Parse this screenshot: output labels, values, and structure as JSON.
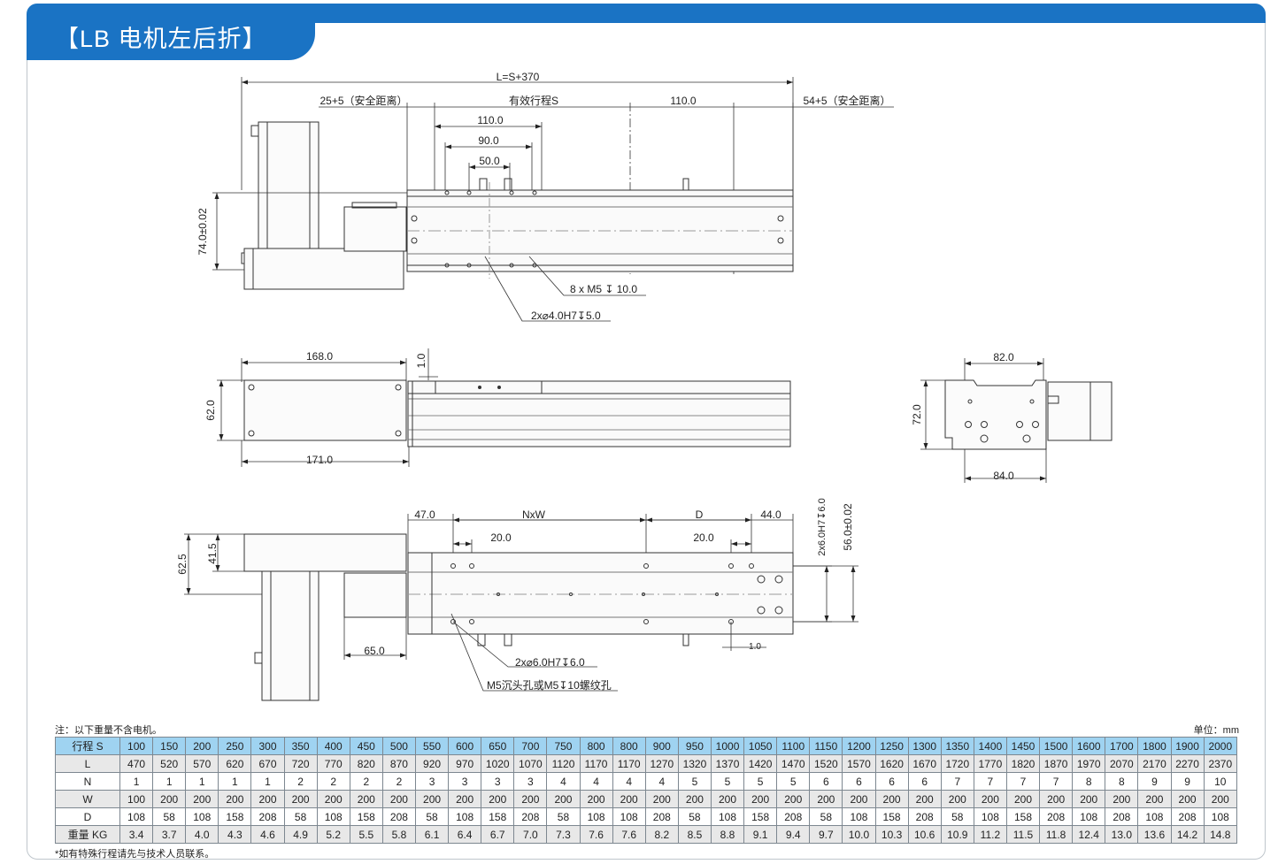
{
  "title": "【LB 电机左后折】",
  "drawing": {
    "top_view": {
      "overall": "L=S+370",
      "left_safety": "25+5（安全距离）",
      "stroke": "有效行程S",
      "right_110": "110.0",
      "right_safety": "54+5（安全距离）",
      "dim_110": "110.0",
      "dim_90": "90.0",
      "dim_50": "50.0",
      "height": "74.0±0.02",
      "callout_m5": "8 x M5 ↧ 10.0",
      "callout_pin": "2x⌀4.0H7↧5.0"
    },
    "front_view": {
      "width_168": "168.0",
      "width_171": "171.0",
      "height_62": "62.0",
      "gap": "1.0"
    },
    "end_view": {
      "width_82": "82.0",
      "width_84": "84.0",
      "height_72": "72.0"
    },
    "bottom_view": {
      "dim_47": "47.0",
      "nxw": "NxW",
      "d": "D",
      "dim_44": "44.0",
      "dim_20a": "20.0",
      "dim_20b": "20.0",
      "pin_depth": "2x6.0H7↧6.0",
      "height_56": "56.0±0.02",
      "height_62_5": "62.5",
      "height_41_5": "41.5",
      "dim_65": "65.0",
      "dim_1": "1.0",
      "callout_pin": "2x⌀6.0H7↧6.0",
      "callout_hole": "M5沉头孔或M5↧10螺纹孔"
    }
  },
  "table_note": "注：以下重量不含电机。",
  "unit_note": "单位：mm",
  "footnote": "*如有特殊行程请先与技术人员联系。",
  "spec_table": {
    "rows": [
      [
        "行程 S",
        "100",
        "150",
        "200",
        "250",
        "300",
        "350",
        "400",
        "450",
        "500",
        "550",
        "600",
        "650",
        "700",
        "750",
        "800",
        "800",
        "900",
        "950",
        "1000",
        "1050",
        "1100",
        "1150",
        "1200",
        "1250",
        "1300",
        "1350",
        "1400",
        "1450",
        "1500",
        "1600",
        "1700",
        "1800",
        "1900",
        "2000"
      ],
      [
        "L",
        "470",
        "520",
        "570",
        "620",
        "670",
        "720",
        "770",
        "820",
        "870",
        "920",
        "970",
        "1020",
        "1070",
        "1120",
        "1170",
        "1170",
        "1270",
        "1320",
        "1370",
        "1420",
        "1470",
        "1520",
        "1570",
        "1620",
        "1670",
        "1720",
        "1770",
        "1820",
        "1870",
        "1970",
        "2070",
        "2170",
        "2270",
        "2370"
      ],
      [
        "N",
        "1",
        "1",
        "1",
        "1",
        "1",
        "2",
        "2",
        "2",
        "2",
        "3",
        "3",
        "3",
        "3",
        "4",
        "4",
        "4",
        "4",
        "5",
        "5",
        "5",
        "5",
        "6",
        "6",
        "6",
        "6",
        "7",
        "7",
        "7",
        "7",
        "8",
        "8",
        "9",
        "9",
        "10"
      ],
      [
        "W",
        "100",
        "200",
        "200",
        "200",
        "200",
        "200",
        "200",
        "200",
        "200",
        "200",
        "200",
        "200",
        "200",
        "200",
        "200",
        "200",
        "200",
        "200",
        "200",
        "200",
        "200",
        "200",
        "200",
        "200",
        "200",
        "200",
        "200",
        "200",
        "200",
        "200",
        "200",
        "200",
        "200",
        "200"
      ],
      [
        "D",
        "108",
        "58",
        "108",
        "158",
        "208",
        "58",
        "108",
        "158",
        "208",
        "58",
        "108",
        "158",
        "208",
        "58",
        "108",
        "108",
        "208",
        "58",
        "108",
        "158",
        "208",
        "58",
        "108",
        "158",
        "208",
        "58",
        "108",
        "158",
        "208",
        "108",
        "208",
        "108",
        "208",
        "108"
      ],
      [
        "重量 KG",
        "3.4",
        "3.7",
        "4.0",
        "4.3",
        "4.6",
        "4.9",
        "5.2",
        "5.5",
        "5.8",
        "6.1",
        "6.4",
        "6.7",
        "7.0",
        "7.3",
        "7.6",
        "7.6",
        "8.2",
        "8.5",
        "8.8",
        "9.1",
        "9.4",
        "9.7",
        "10.0",
        "10.3",
        "10.6",
        "10.9",
        "11.2",
        "11.5",
        "11.8",
        "12.4",
        "13.0",
        "13.6",
        "14.2",
        "14.8"
      ]
    ]
  }
}
